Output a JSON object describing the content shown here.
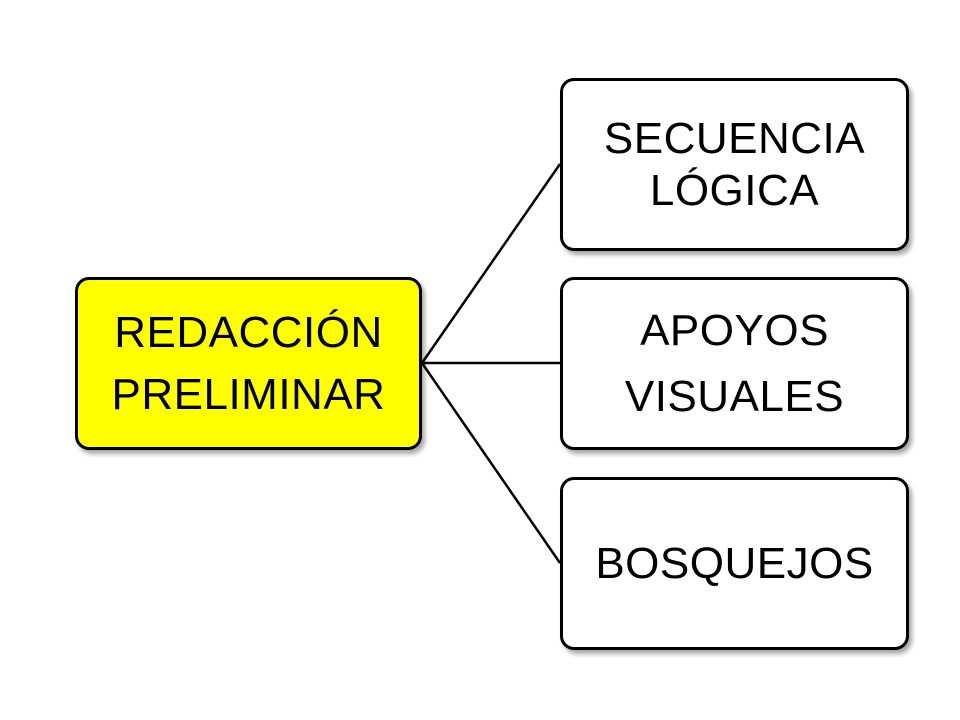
{
  "colors": {
    "root_fill": "#ffff00",
    "child_fill": "#ffffff",
    "border": "#000000",
    "connector": "#000000"
  },
  "diagram": {
    "root": {
      "lines": [
        "REDACCIÓN",
        "PRELIMINAR"
      ]
    },
    "children": [
      {
        "lines": [
          "SECUENCIA",
          "LÓGICA"
        ]
      },
      {
        "lines": [
          "APOYOS",
          "VISUALES"
        ]
      },
      {
        "lines": [
          "BOSQUEJOS"
        ]
      }
    ]
  }
}
